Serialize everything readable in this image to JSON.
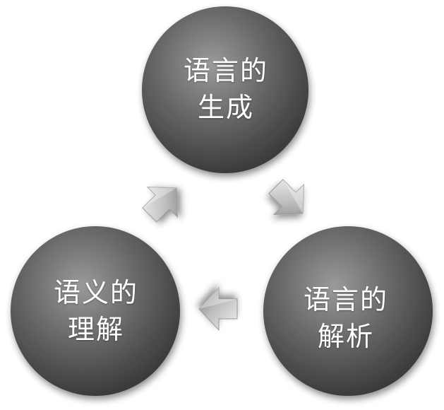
{
  "nodes": [
    {
      "id": "generation",
      "lines": [
        "语言的",
        "生成"
      ]
    },
    {
      "id": "understanding",
      "lines": [
        "语义的",
        "理解"
      ]
    },
    {
      "id": "parsing",
      "lines": [
        "语言的",
        "解析"
      ]
    }
  ],
  "colors": {
    "circle_light": "#8a8a8a",
    "circle_mid": "#5e5e5e",
    "circle_dark": "#3a3a3a",
    "arrow_light": "#e8e8e8",
    "arrow_dark": "#8c8c8c"
  }
}
